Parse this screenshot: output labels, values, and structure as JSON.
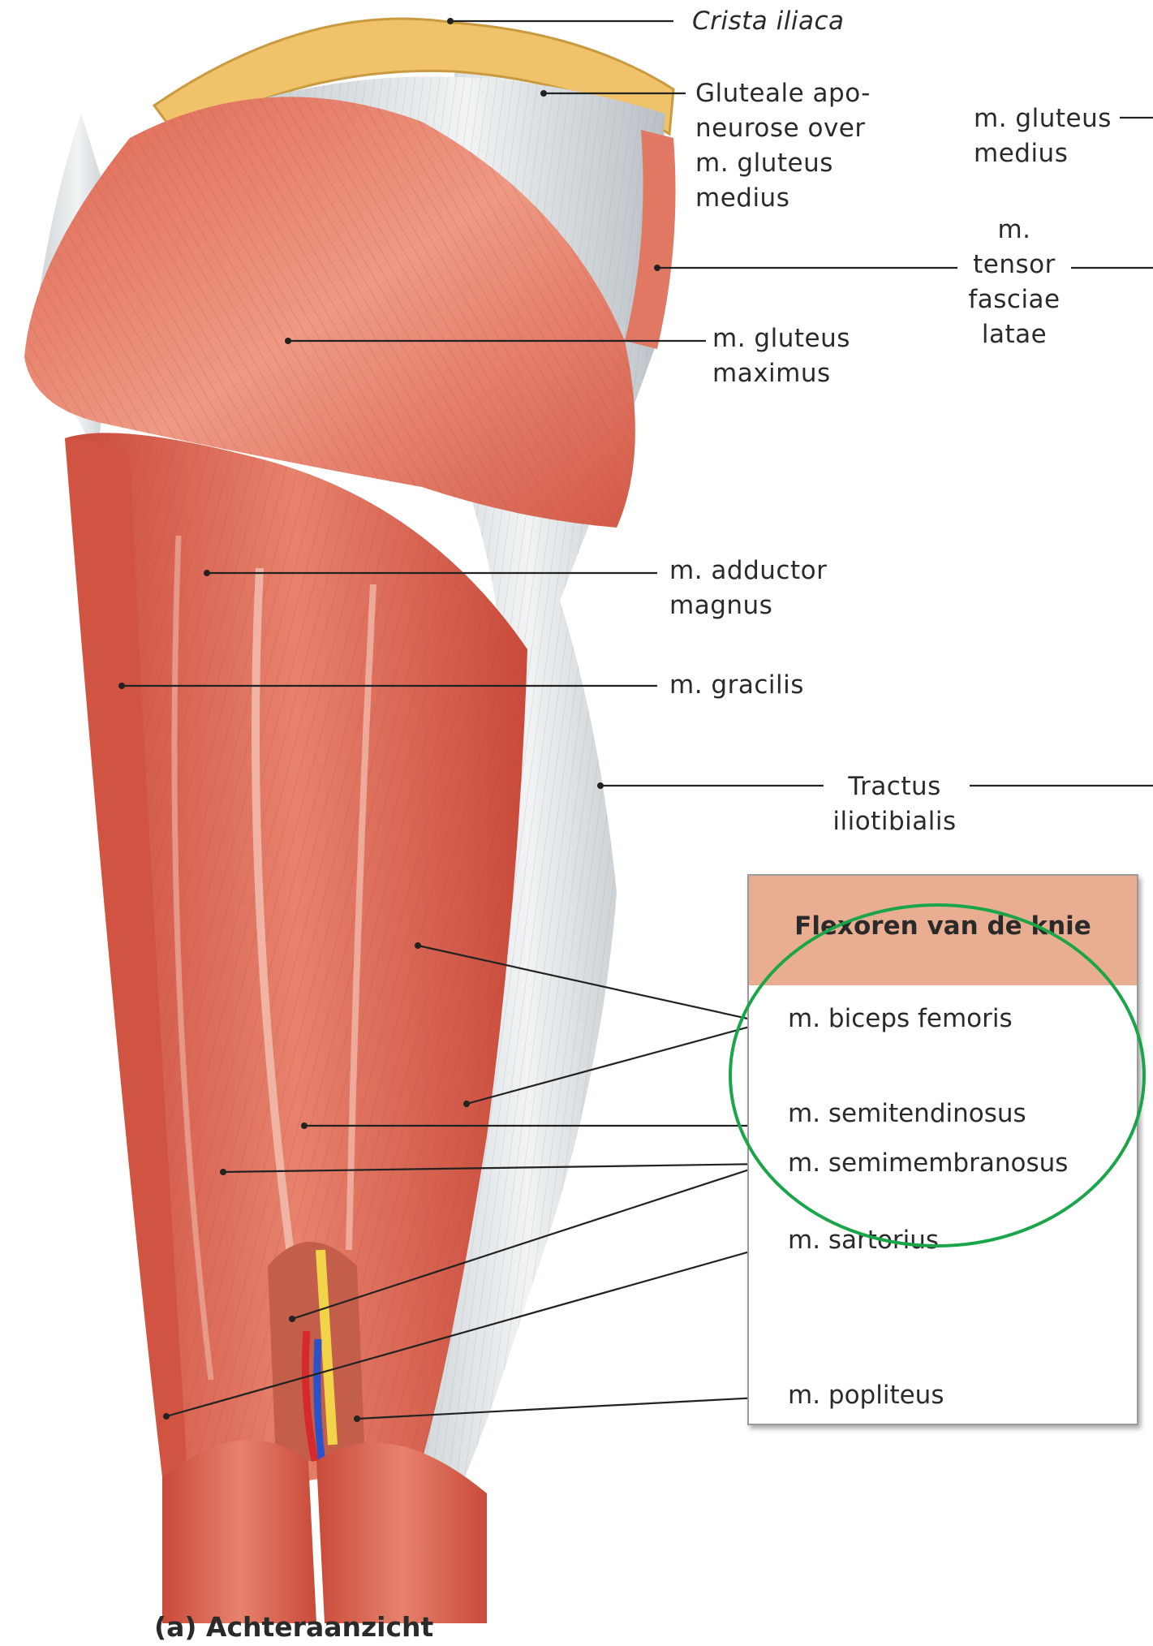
{
  "labels": {
    "crista_iliaca": "Crista iliaca",
    "gluteale_aponeurose": "Gluteale apo-\nneurose over\nm. gluteus\nmedius",
    "gluteus_medius_right": "m. gluteus\nmedius",
    "tensor_fasciae_latae": "m.\ntensor\nfasciae\nlatae",
    "gluteus_maximus": "m. gluteus\nmaximus",
    "adductor_magnus": "m. adductor\nmagnus",
    "gracilis": "m. gracilis",
    "tractus_iliotibialis": "Tractus\niliotibialis"
  },
  "panel": {
    "title": "Flexoren van de knie",
    "items": [
      "m. biceps femoris",
      "m. semitendinosus",
      "m. semimembranosus",
      "m. sartorius",
      "m. popliteus"
    ]
  },
  "caption": "(a) Achteraanzicht",
  "colors": {
    "muscle": "#d9614f",
    "muscle_light": "#ee9a85",
    "tendon": "#dfe3e6",
    "bone": "#f0c36a",
    "panel_header": "#e9ae91",
    "highlight_circle": "#1aa54a",
    "artery": "#d62a2a",
    "vein": "#2b52c8",
    "nerve": "#f1d44a"
  }
}
